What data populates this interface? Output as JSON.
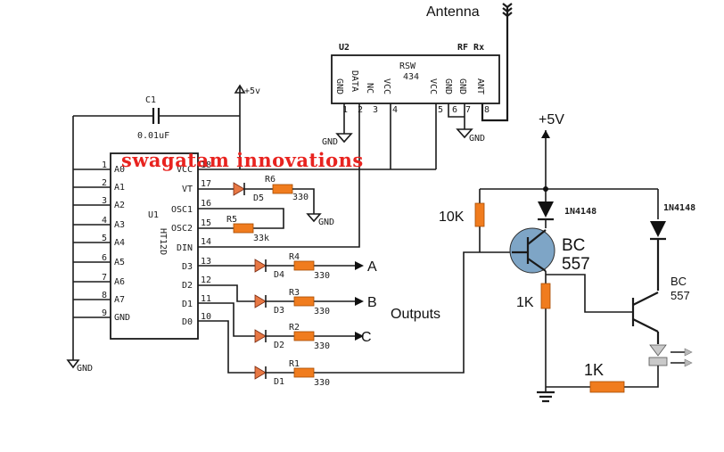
{
  "watermark": "swagatam innovations",
  "antenna_label": "Antenna",
  "rf_module": {
    "ref": "U2",
    "type": "RF Rx",
    "part": "RSW",
    "part2": "434",
    "pins": [
      "GND",
      "DATA",
      "NC",
      "VCC",
      "VCC",
      "GND",
      "GND",
      "ANT"
    ],
    "pin_numbers": [
      "1",
      "2",
      "3",
      "4",
      "5",
      "6",
      "7",
      "8"
    ]
  },
  "decoder": {
    "ref": "U1",
    "part": "HT12D",
    "left_pins": [
      "A0",
      "A1",
      "A2",
      "A3",
      "A4",
      "A5",
      "A6",
      "A7",
      "GND"
    ],
    "left_nums": [
      "1",
      "2",
      "3",
      "4",
      "5",
      "6",
      "7",
      "8",
      "9"
    ],
    "right_pins": [
      "VCC",
      "VT",
      "OSC1",
      "OSC2",
      "DIN",
      "D3",
      "D2",
      "D1",
      "D0"
    ],
    "right_nums": [
      "18",
      "17",
      "16",
      "15",
      "14",
      "13",
      "12",
      "11",
      "10"
    ]
  },
  "capacitor": {
    "ref": "C1",
    "value": "0.01uF"
  },
  "supply_left": "+5v",
  "supply_right": "+5V",
  "gnd": "GND",
  "resistors": {
    "r6": {
      "ref": "R6",
      "value": "330"
    },
    "r5": {
      "ref": "R5",
      "value": "33k"
    },
    "r4": {
      "ref": "R4",
      "value": "330"
    },
    "r3": {
      "ref": "R3",
      "value": "330"
    },
    "r2": {
      "ref": "R2",
      "value": "330"
    },
    "r1": {
      "ref": "R1",
      "value": "330"
    }
  },
  "leds": [
    "D5",
    "D4",
    "D3",
    "D2",
    "D1"
  ],
  "outputs": {
    "a": "A",
    "b": "B",
    "c": "C",
    "title": "Outputs"
  },
  "driver": {
    "r_base_top": "10K",
    "r_emitter": "1K",
    "r_bottom": "1K",
    "diode1": "1N4148",
    "diode2": "1N4148",
    "q1_type": "BC",
    "q1_num": "557",
    "q2_type": "BC",
    "q2_num": "557"
  }
}
